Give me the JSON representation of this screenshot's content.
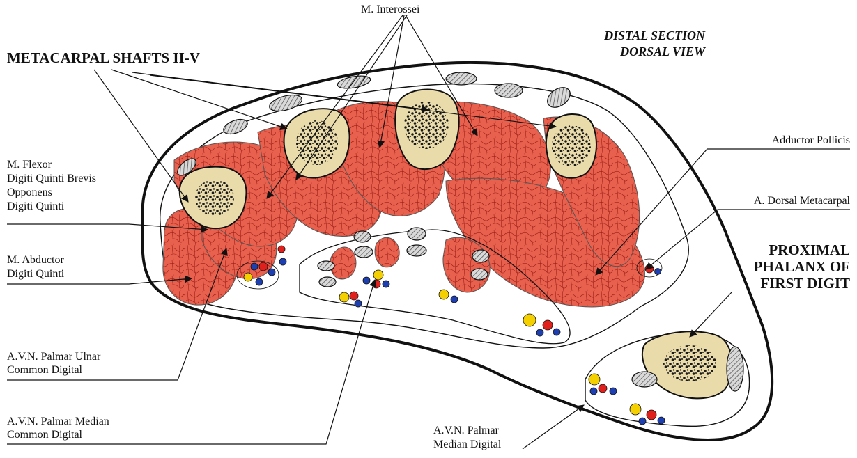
{
  "labels": {
    "interossei": "M. Interossei",
    "metacarpal_shafts": "METACARPAL SHAFTS II-V",
    "view_line1": "DISTAL SECTION",
    "view_line2": "DORSAL VIEW",
    "flexor_line1": "M. Flexor",
    "flexor_line2": "Digiti Quinti Brevis",
    "flexor_line3": "Opponens",
    "flexor_line4": "Digiti Quinti",
    "abductor_line1": "M. Abductor",
    "abductor_line2": "Digiti Quinti",
    "ulnar_line1": "A.V.N. Palmar Ulnar",
    "ulnar_line2": "Common Digital",
    "median_common_line1": "A.V.N. Palmar Median",
    "median_common_line2": "Common Digital",
    "median_digital_line1": "A.V.N. Palmar",
    "median_digital_line2": "Median Digital",
    "adductor": "Adductor Pollicis",
    "dorsal_metacarpal": "A. Dorsal Metacarpal",
    "phalanx_line1": "PROXIMAL",
    "phalanx_line2": "PHALANX OF",
    "phalanx_line3": "FIRST DIGIT"
  },
  "colors": {
    "muscle": "#e8604e",
    "muscle_vein": "#9b1f14",
    "bone": "#eadbaa",
    "marrow": "#1a1a1a",
    "artery": "#e0201c",
    "vein": "#1d3fb0",
    "nerve": "#f5d000",
    "outline": "#111111"
  }
}
